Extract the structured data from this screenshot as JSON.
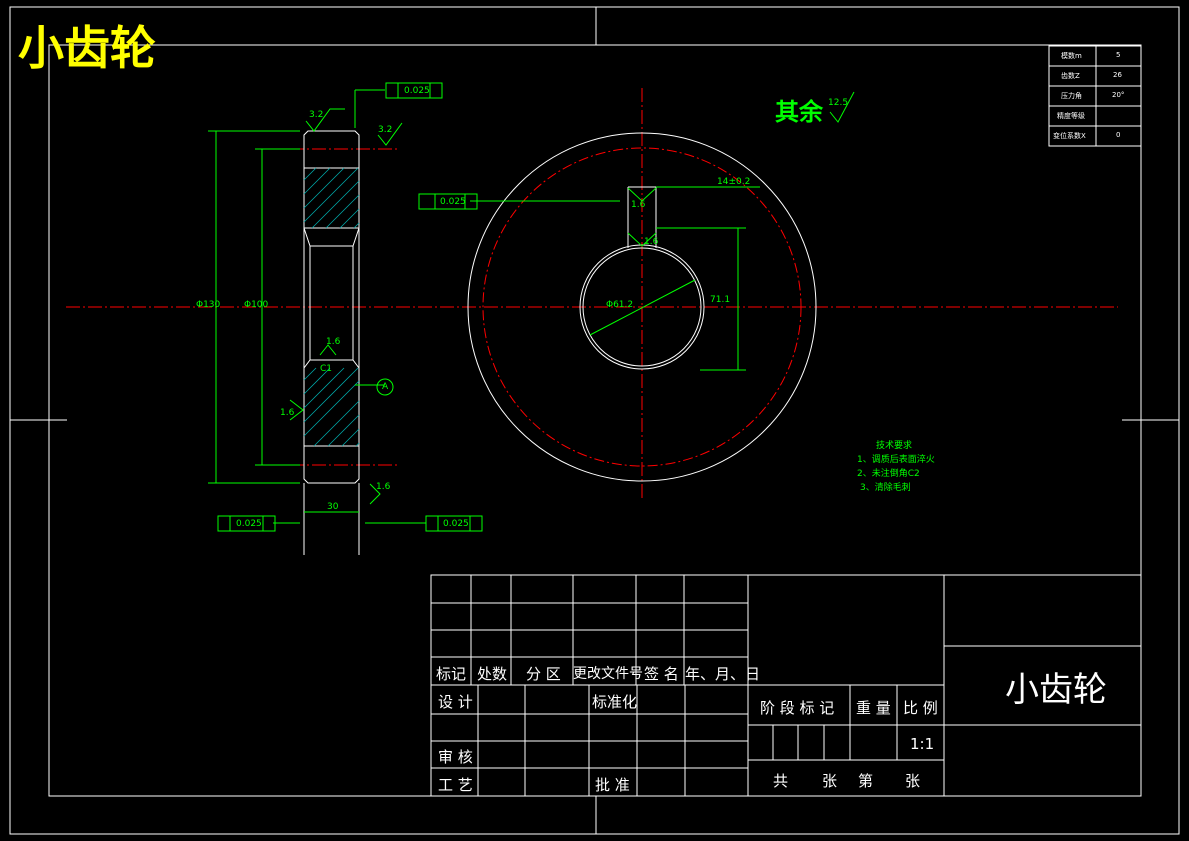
{
  "drawing": {
    "title": "小齿轮",
    "remaining_roughness_label": "其余",
    "remaining_roughness_value": "12.5"
  },
  "annotations": {
    "ra_top_left": "3.2",
    "ra_top_right": "3.2",
    "ra_bore_face": "1.6",
    "ra_side": "1.6",
    "ra_bottom": "1.6",
    "ra_key_top": "1.6",
    "ra_key_side": "1.6",
    "runout_top": "0.025",
    "runout_bottom_left": "0.025",
    "runout_bottom_right": "0.025",
    "symmetry_tol": "0.025",
    "datum": "A",
    "dim_width": "30",
    "dim_keyway_width": "14±0.2",
    "dim_keyway_depth": "71.1",
    "dim_bore": "Φ61.2",
    "dim_outer": "Φ130",
    "dim_root": "Φ100",
    "chamfer": "C1"
  },
  "tech_notes": {
    "title": "技术要求",
    "items": [
      "1、调质后表面淬火",
      "2、未注倒角C2",
      "3、清除毛刺"
    ]
  },
  "param_table": [
    {
      "label": "模数m",
      "value": "5"
    },
    {
      "label": "齿数Z",
      "value": "26"
    },
    {
      "label": "压力角",
      "value": "20°"
    },
    {
      "label": "精度等级",
      "value": ""
    },
    {
      "label": "变位系数X",
      "value": "0"
    }
  ],
  "title_block": {
    "header_cells": [
      "标记",
      "处数",
      "分 区",
      "更改文件号",
      "签 名",
      "年、月、日"
    ],
    "design": "设 计",
    "standardize": "标准化",
    "review": "审 核",
    "process": "工 艺",
    "approve": "批 准",
    "stage_mark": "阶 段 标 记",
    "weight": "重 量",
    "scale": "比 例",
    "scale_value": "1:1",
    "sheets_total": "共",
    "sheets_unit": "张",
    "sheet_no": "第",
    "sheet_unit2": "张",
    "part_name": "小齿轮"
  }
}
